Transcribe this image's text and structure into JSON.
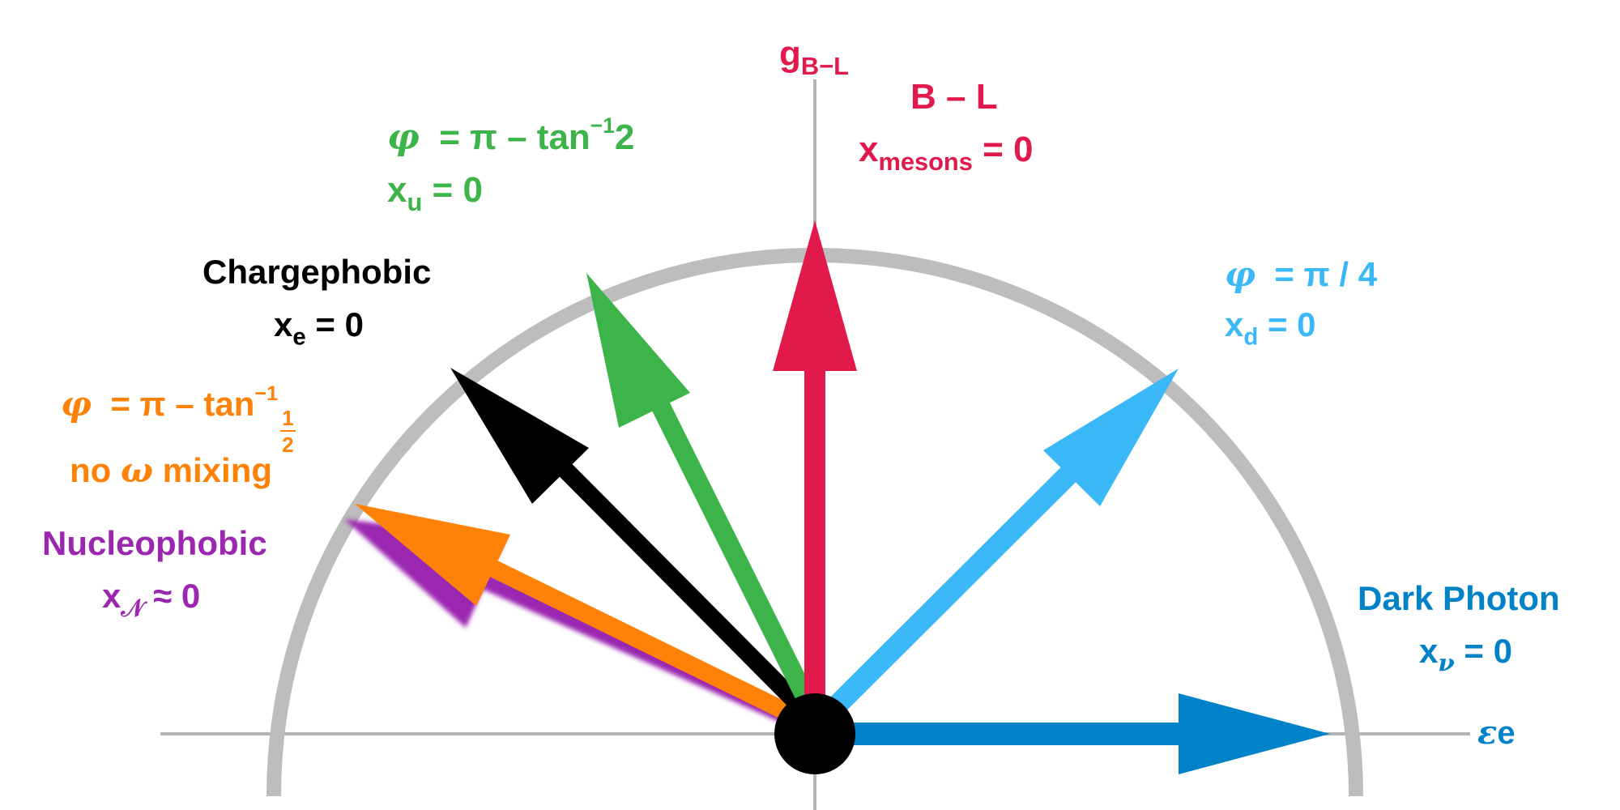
{
  "colors": {
    "axis": "#b4b4b4",
    "arc": "#bdbdbd",
    "dark_photon": "#0082c8",
    "down_phobic": "#3bb8f8",
    "b_minus_l": "#e2194b",
    "up_phobic": "#3db449",
    "chargephobic": "#000000",
    "no_omega": "#ff8208",
    "nucleophobic": "#9b27b0",
    "origin": "#000000"
  },
  "axes": {
    "vertical": {
      "symbol": "g",
      "subscript": "B−L"
    },
    "horizontal": {
      "symbol": "ε",
      "text": "e"
    }
  },
  "labels": {
    "b_minus_l": {
      "title": "B – L",
      "var": "x",
      "subscript": "mesons",
      "rest": " = 0"
    },
    "up_phobic": {
      "phi": "φ",
      "eq": "  = π – tan",
      "sup": "−1",
      "tail": "2",
      "var": "x",
      "subscript": "u",
      "rest": " = 0"
    },
    "chargephobic": {
      "title": "Chargephobic",
      "var": "x",
      "subscript": "e",
      "rest": " = 0"
    },
    "no_omega": {
      "phi": "φ",
      "eq": "  = π – tan",
      "sup": "−1",
      "num": "1",
      "den": "2",
      "pre": "no ",
      "omega": "ω",
      "post": " mixing"
    },
    "nucleophobic": {
      "title": "Nucleophobic",
      "var": "x",
      "subscript": "𝒩",
      "rest": " ≈ 0"
    },
    "down_phobic": {
      "phi": "φ",
      "eq": "  = π / 4",
      "var": "x",
      "subscript": "d",
      "rest": " = 0"
    },
    "dark_photon": {
      "title": "Dark Photon",
      "var": "x",
      "subscript": "ν",
      "rest": " = 0"
    }
  },
  "icons": {
    "origin": "origin-dot-icon",
    "arrows": [
      "dark-photon-arrow-icon",
      "down-phobic-arrow-icon",
      "b-minus-l-arrow-icon",
      "up-phobic-arrow-icon",
      "chargephobic-arrow-icon",
      "no-omega-mixing-arrow-icon",
      "nucleophobic-arrow-icon"
    ]
  }
}
